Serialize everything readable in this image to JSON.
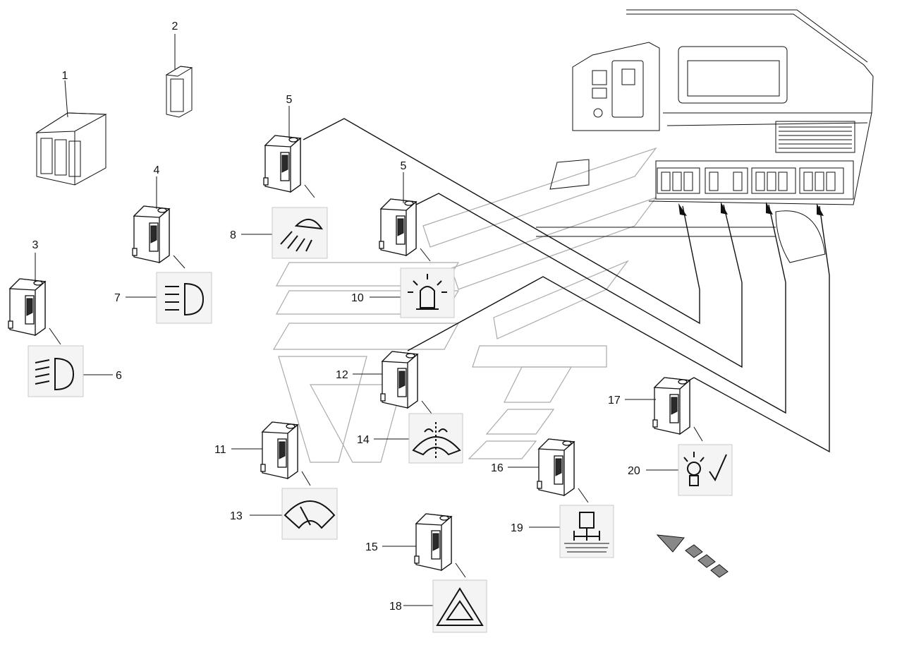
{
  "callouts": {
    "c1": "1",
    "c2": "2",
    "c3": "3",
    "c4": "4",
    "c5a": "5",
    "c5b": "5",
    "c6": "6",
    "c7": "7",
    "c8": "8",
    "c10": "10",
    "c11": "11",
    "c12": "12",
    "c13": "13",
    "c14": "14",
    "c15": "15",
    "c16": "16",
    "c17": "17",
    "c18": "18",
    "c19": "19",
    "c20": "20"
  },
  "icons": {
    "p6": "low-beam-headlight-icon",
    "p7": "high-beam-headlight-icon",
    "p8": "work-light-icon",
    "p10": "rotating-beacon-icon",
    "p13": "rear-wiper-icon",
    "p14": "front-wiper-icon",
    "p18": "hazard-warning-icon",
    "p19": "implement-lift-icon",
    "p20": "lamp-test-icon"
  },
  "colors": {
    "line": "#111111",
    "watermark": "#aaaaaa",
    "panel": "#f4f4f4"
  }
}
